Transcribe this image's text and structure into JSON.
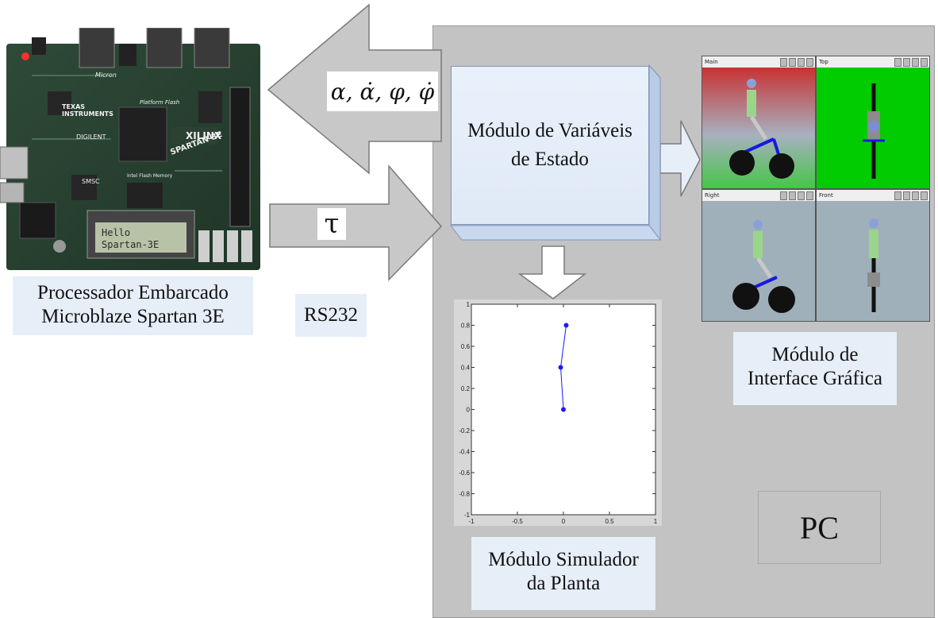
{
  "board": {
    "lcd_line1": "Hello",
    "lcd_line2": "Spartan-3E",
    "print_texas": "TEXAS",
    "print_instruments": "INSTRUMENTS",
    "print_micron": "Micron",
    "print_xilinx": "XILINX",
    "print_digilent": "DIGILENT",
    "print_spartan": "SPARTAN-3E",
    "print_smsc": "SMSC",
    "print_flash": "Intel Flash Memory",
    "print_platform": "Platform Flash"
  },
  "labels": {
    "processor_line1": "Processador Embarcado",
    "processor_line2": "Microblaze Spartan 3E",
    "rs232": "RS232",
    "state_line1": "Módulo de Variáveis",
    "state_line2": "de Estado",
    "gui_line1": "Módulo de",
    "gui_line2": "Interface Gráfica",
    "sim_line1": "Módulo Simulador",
    "sim_line2": "da Planta",
    "pc": "PC"
  },
  "arrows": {
    "state_vars": "α, α̇, φ, φ̇",
    "torque": "τ"
  },
  "views": [
    {
      "name": "Main"
    },
    {
      "name": "Top"
    },
    {
      "name": "Right"
    },
    {
      "name": "Front"
    }
  ],
  "colors": {
    "pc_panel": "#c3c3c3",
    "label_box": "#e6eef8",
    "arrow_fill": "#c8c8c8",
    "plot_series": "#1a1aff",
    "view_red": "#c83232",
    "view_green": "#00cc00",
    "view_grey": "#9fb0ba"
  },
  "chart_data": {
    "type": "line",
    "x": [
      0,
      -0.03,
      0.03
    ],
    "y": [
      0,
      0.4,
      0.8
    ],
    "xlim": [
      -1,
      1
    ],
    "ylim": [
      -1,
      1
    ],
    "xticks": [
      "-1",
      "-0.5",
      "0",
      "0.5",
      "1"
    ],
    "yticks": [
      "1",
      "0.8",
      "0.6",
      "0.4",
      "0.2",
      "0",
      "-0.2",
      "-0.4",
      "-0.6",
      "-0.8",
      "-1"
    ],
    "grid": false,
    "marker": "dot"
  }
}
